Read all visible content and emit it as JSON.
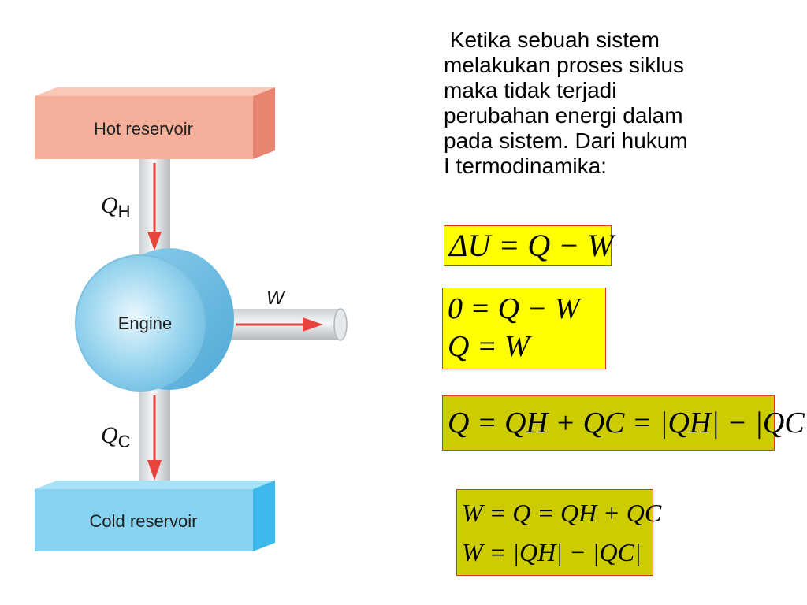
{
  "diagram": {
    "hot_reservoir_label": "Hot reservoir",
    "cold_reservoir_label": "Cold reservoir",
    "engine_label": "Engine",
    "qh_symbol": "Q",
    "qh_subscript": "H",
    "qc_symbol": "Q",
    "qc_subscript": "C",
    "work_label": "W",
    "colors": {
      "hot_front": "#f5b09c",
      "hot_top": "#f9c8b6",
      "hot_side": "#e88570",
      "cold_front": "#86d3f1",
      "cold_top": "#a8e2f6",
      "cold_side": "#3db8ea",
      "arrow": "#e8433c",
      "engine": "#9fd5ee"
    }
  },
  "text": {
    "lines": [
      " Ketika sebuah sistem",
      "melakukan proses siklus",
      "maka tidak terjadi",
      "perubahan energi dalam",
      "pada sistem. Dari hukum",
      "I termodinamika:"
    ]
  },
  "equations": {
    "eq1": "ΔU = Q − W",
    "eq2_line1": "0 = Q − W",
    "eq2_line2": "Q = W",
    "eq3": "Q = QH + QC = |QH| − |QC|",
    "eq4_line1": "W = Q = QH + QC",
    "eq4_line2": "W = |QH| − |QC|"
  }
}
